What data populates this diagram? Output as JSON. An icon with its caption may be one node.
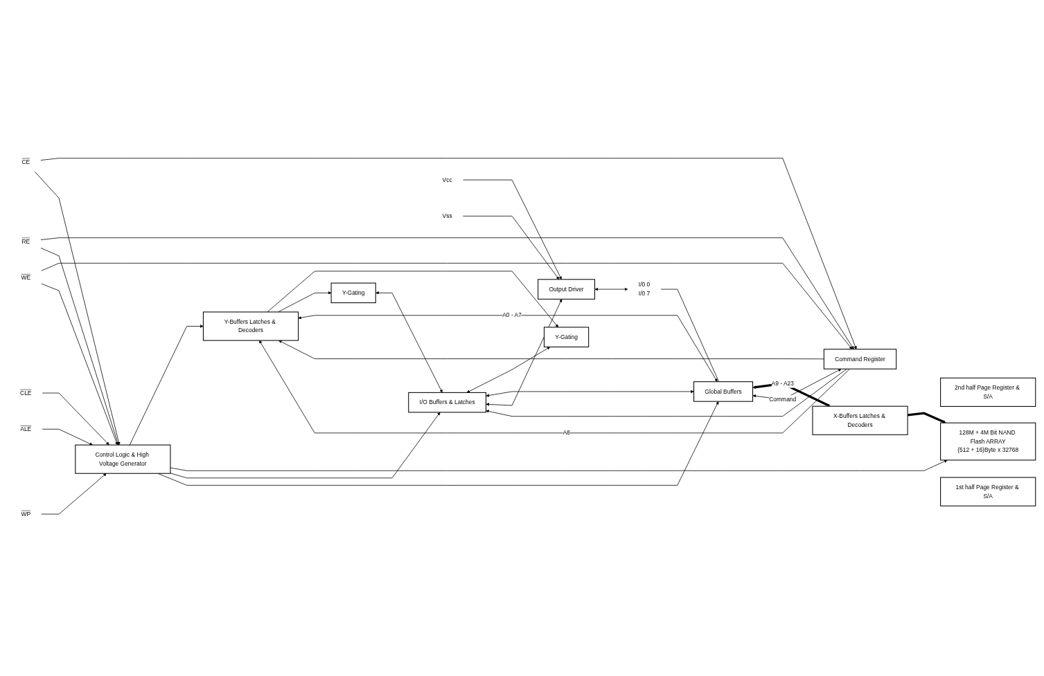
{
  "diagram": {
    "nodes": [
      {
        "text": [
          "X-Buffers Latches & Decoders"
        ]
      },
      {
        "text": [
          "Y-Buffers Latches & Decoders"
        ]
      },
      {
        "text": [
          "Command Register"
        ]
      },
      {
        "text": [
          "CE"
        ]
      },
      {
        "text": [
          "RE"
        ]
      },
      {
        "text": [
          "WE"
        ]
      },
      {
        "text": [
          "Control Logic & High Voltage Generator"
        ]
      },
      {
        "text": [
          "CLE"
        ]
      },
      {
        "text": [
          "ALE"
        ]
      },
      {
        "text": [
          "WP"
        ]
      },
      {
        "text": [
          "Y-Gating"
        ]
      },
      {
        "text": [
          "2nd half Page Register & S/A"
        ]
      },
      {
        "text": [
          "128M + 4M Bit NAND Flash ARRAY",
          "(512 + 16)Byte x 32768"
        ]
      },
      {
        "text": [
          "1st half Page Register & S/A"
        ]
      },
      {
        "text": [
          "Y-Gating"
        ]
      },
      {
        "text": [
          "I/O Buffers & Latches"
        ]
      },
      {
        "text": [
          "Global Buffers"
        ]
      },
      {
        "text": [
          "Output Driver"
        ]
      },
      {
        "text": [
          "Vcc"
        ]
      },
      {
        "text": [
          "Vss"
        ]
      },
      {
        "text": [
          "I/0 0",
          "I/0 7"
        ]
      }
    ],
    "edges": [
      {
        "from": 16,
        "to": 0,
        "arrow": "both",
        "label": "A9 - A23",
        "style": "thick"
      },
      {
        "from": 16,
        "to": 1,
        "arrow": "both",
        "label": "A0 - A7"
      },
      {
        "from": 16,
        "to": 2,
        "arrow": "both",
        "label": "Command"
      },
      {
        "from": 2,
        "to": 1,
        "arrow": "to"
      },
      {
        "from": 2,
        "to": 1,
        "arrow": "to",
        "label": "A8"
      },
      {
        "from": 6,
        "to": 1,
        "arrow": "to"
      },
      {
        "from": 0,
        "to": 12,
        "arrow": "to",
        "style": "thick"
      },
      {
        "from": 1,
        "to": 10,
        "arrow": "to"
      },
      {
        "from": 1,
        "to": 14,
        "arrow": "to"
      },
      {
        "from": 6,
        "to": 12,
        "arrow": "to"
      },
      {
        "from": 3,
        "to": 2,
        "arrow": "to"
      },
      {
        "from": 4,
        "to": 2,
        "arrow": "to"
      },
      {
        "from": 5,
        "to": 2,
        "arrow": "to"
      },
      {
        "from": 3,
        "to": 6,
        "arrow": "to"
      },
      {
        "from": 4,
        "to": 6,
        "arrow": "to"
      },
      {
        "from": 5,
        "to": 6,
        "arrow": "to"
      },
      {
        "from": 7,
        "to": 6,
        "arrow": "to"
      },
      {
        "from": 8,
        "to": 6,
        "arrow": "to"
      },
      {
        "from": 9,
        "to": 6,
        "arrow": "to"
      },
      {
        "from": 2,
        "to": 15,
        "arrow": "to"
      },
      {
        "from": 6,
        "to": 15,
        "arrow": "to"
      },
      {
        "from": 6,
        "to": 16,
        "arrow": "to"
      },
      {
        "from": 14,
        "to": 15,
        "arrow": "both"
      },
      {
        "from": 15,
        "to": 10,
        "arrow": "both"
      },
      {
        "from": 15,
        "to": 16,
        "arrow": "both"
      },
      {
        "from": 15,
        "to": 17,
        "arrow": "both"
      },
      {
        "from": 18,
        "to": 17,
        "arrow": "to"
      },
      {
        "from": 19,
        "to": 17,
        "arrow": "to"
      },
      {
        "from": 17,
        "to": 20,
        "arrow": "both"
      },
      {
        "from": 20,
        "to": 16,
        "arrow": "none"
      }
    ]
  }
}
